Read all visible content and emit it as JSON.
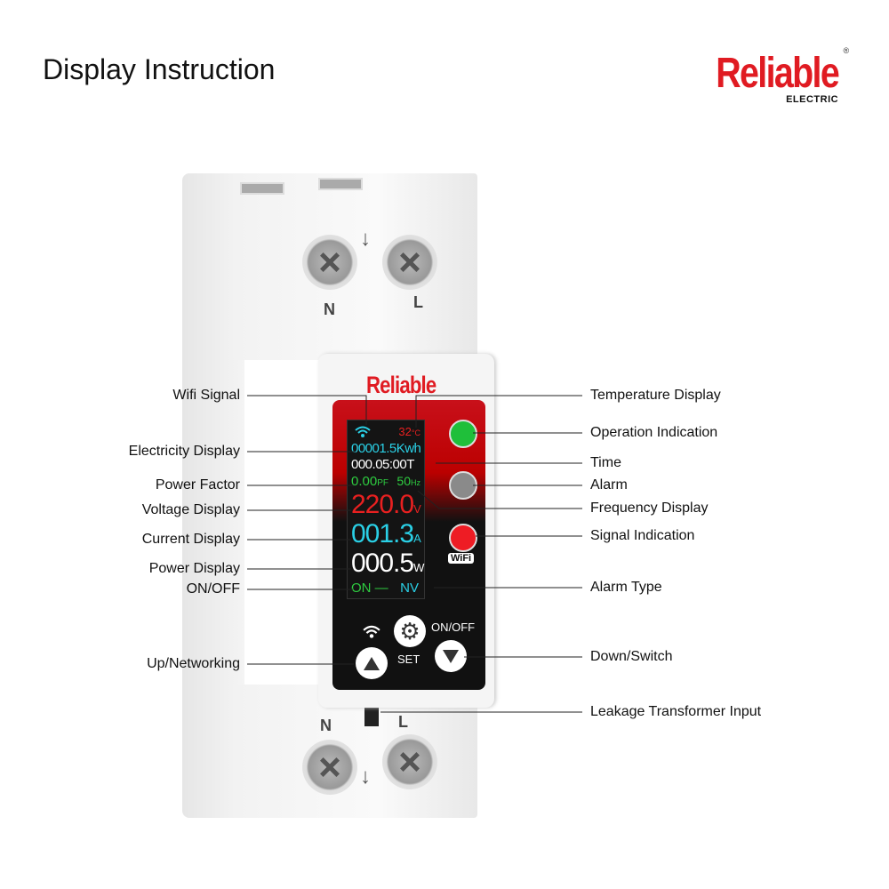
{
  "header": {
    "title": "Display Instruction"
  },
  "logo": {
    "brand": "Reliable",
    "subtitle": "ELECTRIC",
    "registered": "®"
  },
  "device": {
    "brand": "Reliable",
    "terminals_top": [
      "N",
      "L"
    ],
    "terminals_bottom": [
      "N",
      "L"
    ],
    "screen": {
      "temperature": "32",
      "temperature_unit": "°C",
      "energy": "00001.5Kwh",
      "time": "000.05:00T",
      "power_factor": "0.00",
      "power_factor_unit": "PF",
      "frequency": "50",
      "frequency_unit": "Hz",
      "voltage": "220.0",
      "voltage_unit": "V",
      "current": "001.3",
      "current_unit": "A",
      "power": "000.5",
      "power_unit": "W",
      "state": "ON —",
      "alarm_type": "NV"
    },
    "wifi_badge": "WiFi",
    "buttons": {
      "set": "SET",
      "onoff": "ON/OFF"
    },
    "colors": {
      "operation": "#1fbf3a",
      "alarm": "#8a8a8a",
      "signal": "#ee1c24",
      "brand": "#e01b22"
    }
  },
  "labels_left": [
    "Wifi Signal",
    "Electricity Display",
    "Power Factor",
    "Voltage Display",
    "Current Display",
    "Power Display",
    "ON/OFF",
    "Up/Networking"
  ],
  "labels_right": [
    "Temperature Display",
    "Operation Indication",
    "Time",
    "Alarm",
    "Frequency Display",
    "Signal Indication",
    "Alarm Type",
    "Down/Switch",
    "Leakage Transformer Input"
  ]
}
